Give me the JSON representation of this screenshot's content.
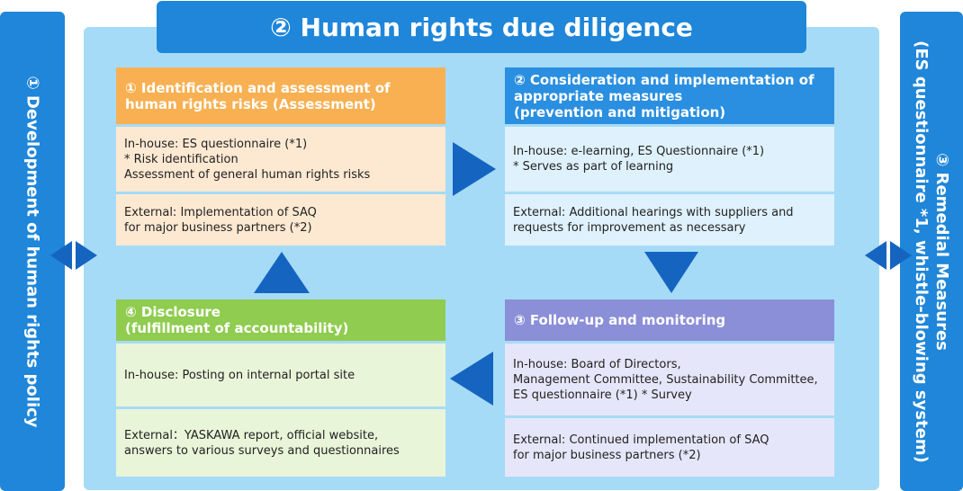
{
  "left_panel": {
    "text": "① Development of human rights policy"
  },
  "right_panel": {
    "line1": "③ Remedial Measures",
    "line2": "(ES questionnaire *1, whistle-blowing system)"
  },
  "main_title": "② Human rights due diligence",
  "steps": [
    {
      "title": "① Identification and assessment of\nhuman rights risks (Assessment)",
      "inhouse": "In-house: ES questionnaire (*1)\n* Risk identification\nAssessment of general human rights risks",
      "external": "External: Implementation of SAQ\nfor major business partners (*2)"
    },
    {
      "title": "② Consideration and implementation of\n   appropriate measures\n   (prevention and mitigation)",
      "inhouse": "In-house: e-learning, ES Questionnaire (*1)\n* Serves as part of learning",
      "external": "External: Additional hearings with suppliers and\nrequests for improvement as necessary"
    },
    {
      "title": "③ Follow-up and monitoring",
      "inhouse": "In-house: Board of Directors,\nManagement Committee, Sustainability Committee,\nES questionnaire (*1) * Survey",
      "external": "External: Continued implementation of SAQ\nfor major business partners (*2)"
    },
    {
      "title": "④ Disclosure\n(fulfillment of accountability)",
      "inhouse": "In-house: Posting on internal portal site",
      "external": "External：YASKAWA report, official website,\nanswers to various surveys and questionnaires"
    }
  ],
  "colors": {
    "side": "#1f86d9",
    "main_bg": "#a6dbf7",
    "arrow": "#1565c0",
    "step1_header": "#f8b052",
    "step1_body": "#fde9d2",
    "step2_header": "#2a8fe0",
    "step2_body": "#dff1fc",
    "step3_header": "#8a8fd8",
    "step3_body": "#e6e6fa",
    "step4_header": "#8fcc4f",
    "step4_body": "#e9f5d8"
  }
}
